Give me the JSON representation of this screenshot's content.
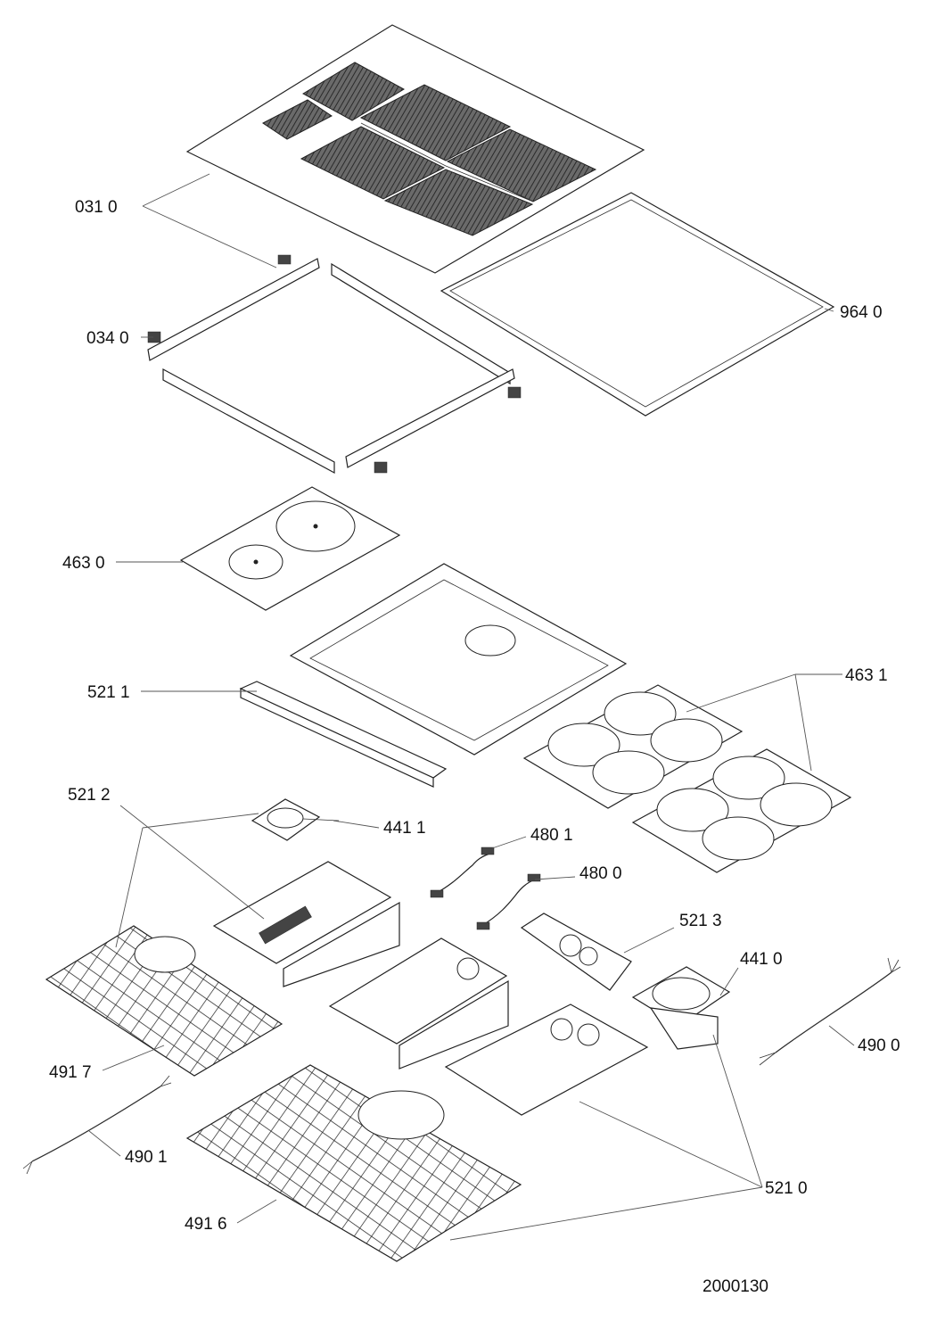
{
  "diagram": {
    "part_labels": [
      "031 0",
      "034 0",
      "964 0",
      "463 0",
      "521 1",
      "463 1",
      "521 2",
      "441 1",
      "480 1",
      "480 0",
      "521 3",
      "441 0",
      "491 7",
      "490 0",
      "490 1",
      "491 6",
      "521 0"
    ],
    "document_id": "2000130"
  }
}
